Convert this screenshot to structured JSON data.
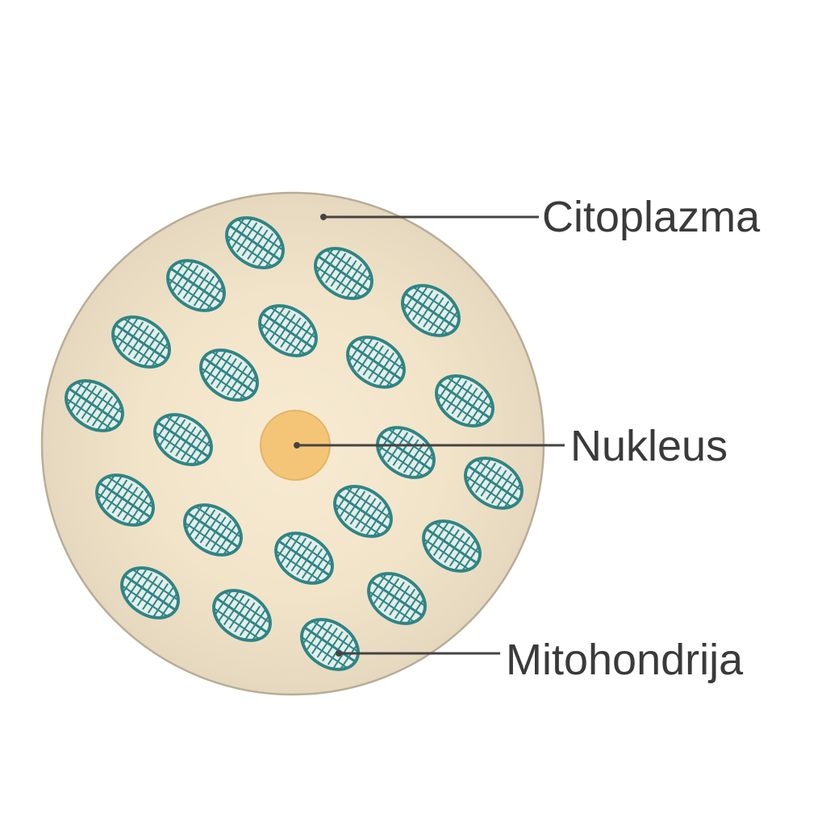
{
  "labels": {
    "cytoplasm": "Citoplazma",
    "nucleus": "Nukleus",
    "mitochondrion": "Mitohondrija"
  },
  "colors": {
    "cell_fill_center": "#f7ebd3",
    "cell_fill_edge": "#e6d8be",
    "cell_outline": "#b8ad98",
    "nucleus_fill": "#f5c577",
    "nucleus_outline": "#e3b565",
    "mitochondrion_fill": "#e4eeea",
    "mitochondrion_stroke": "#2e8585",
    "leader_line": "#444444"
  }
}
